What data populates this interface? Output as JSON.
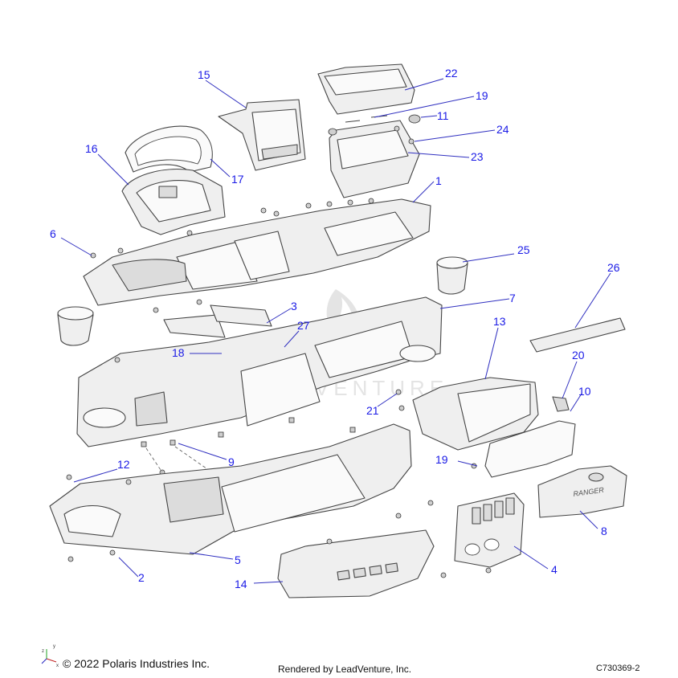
{
  "diagram": {
    "callouts": [
      {
        "id": "1",
        "label": "1"
      },
      {
        "id": "2",
        "label": "2"
      },
      {
        "id": "3",
        "label": "3"
      },
      {
        "id": "4",
        "label": "4"
      },
      {
        "id": "5",
        "label": "5"
      },
      {
        "id": "6",
        "label": "6"
      },
      {
        "id": "7",
        "label": "7"
      },
      {
        "id": "8",
        "label": "8"
      },
      {
        "id": "9",
        "label": "9"
      },
      {
        "id": "10",
        "label": "10"
      },
      {
        "id": "11",
        "label": "11"
      },
      {
        "id": "12",
        "label": "12"
      },
      {
        "id": "13",
        "label": "13"
      },
      {
        "id": "14",
        "label": "14"
      },
      {
        "id": "15",
        "label": "15"
      },
      {
        "id": "16",
        "label": "16"
      },
      {
        "id": "17",
        "label": "17"
      },
      {
        "id": "18",
        "label": "18"
      },
      {
        "id": "19a",
        "label": "19"
      },
      {
        "id": "19b",
        "label": "19"
      },
      {
        "id": "20",
        "label": "20"
      },
      {
        "id": "21",
        "label": "21"
      },
      {
        "id": "22",
        "label": "22"
      },
      {
        "id": "23",
        "label": "23"
      },
      {
        "id": "24",
        "label": "24"
      },
      {
        "id": "25",
        "label": "25"
      },
      {
        "id": "26",
        "label": "26"
      },
      {
        "id": "27",
        "label": "27"
      }
    ],
    "glovebox_badge": "RANGER",
    "watermark": "LEADVENTURE",
    "axis_labels": {
      "x": "x",
      "y": "y",
      "z": "z"
    }
  },
  "footer": {
    "copyright": "© 2022 Polaris Industries Inc.",
    "rendered_by": "Rendered by LeadVenture, Inc.",
    "drawing_id": "C730369-2"
  },
  "colors": {
    "callout": "#1a1ae6",
    "leader": "#3030c0",
    "line": "#444444"
  }
}
